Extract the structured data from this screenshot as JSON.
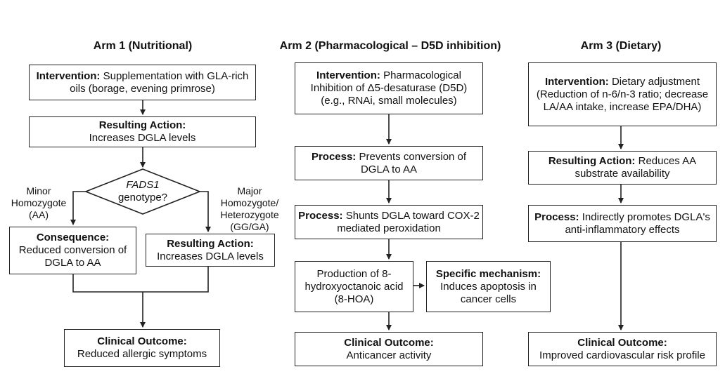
{
  "arms": [
    {
      "title": "Arm 1 (Nutritional)",
      "intervention": {
        "label": "Intervention:",
        "text": "Supplementation with GLA-rich oils (borage, evening primrose)"
      },
      "resulting_action": {
        "label": "Resulting Action:",
        "text": "Increases DGLA levels"
      },
      "decision": {
        "gene": "FADS1",
        "text": "genotype?"
      },
      "branch_left_label": "Minor Homozygote (AA)",
      "branch_right_label": "Major Homozygote/ Heterozygote (GG/GA)",
      "consequence": {
        "label": "Consequence:",
        "text": "Reduced conversion of DGLA to AA"
      },
      "resulting_action_2": {
        "label": "Resulting Action:",
        "text": "Increases DGLA levels"
      },
      "outcome": {
        "label": "Clinical Outcome:",
        "text": "Reduced allergic symptoms"
      }
    },
    {
      "title": "Arm 2 (Pharmacological – D5D inhibition)",
      "intervention": {
        "label": "Intervention:",
        "text": "Pharmacological Inhibition of Δ5-desaturase (D5D) (e.g., RNAi, small molecules)"
      },
      "process_1": {
        "label": "Process:",
        "text": "Prevents conversion of DGLA to AA"
      },
      "process_2": {
        "label": "Process:",
        "text": "Shunts DGLA toward COX-2 mediated peroxidation"
      },
      "production": {
        "text": "Production of 8-hydroxyoctanoic acid (8-HOA)"
      },
      "mechanism": {
        "label": "Specific mechanism:",
        "text": "Induces apoptosis in cancer cells"
      },
      "outcome": {
        "label": "Clinical Outcome:",
        "text": "Anticancer activity"
      }
    },
    {
      "title": "Arm 3 (Dietary)",
      "intervention": {
        "label": "Intervention:",
        "text": "Dietary adjustment (Reduction of n-6/n-3 ratio; decrease LA/AA intake, increase EPA/DHA)"
      },
      "resulting_action": {
        "label": "Resulting Action:",
        "text": "Reduces AA substrate availability"
      },
      "process": {
        "label": "Process:",
        "text": "Indirectly promotes DGLA's anti-inflammatory effects"
      },
      "outcome": {
        "label": "Clinical Outcome:",
        "text": "Improved cardiovascular risk profile"
      }
    }
  ],
  "colors": {
    "line": "#222222",
    "text": "#111111"
  }
}
